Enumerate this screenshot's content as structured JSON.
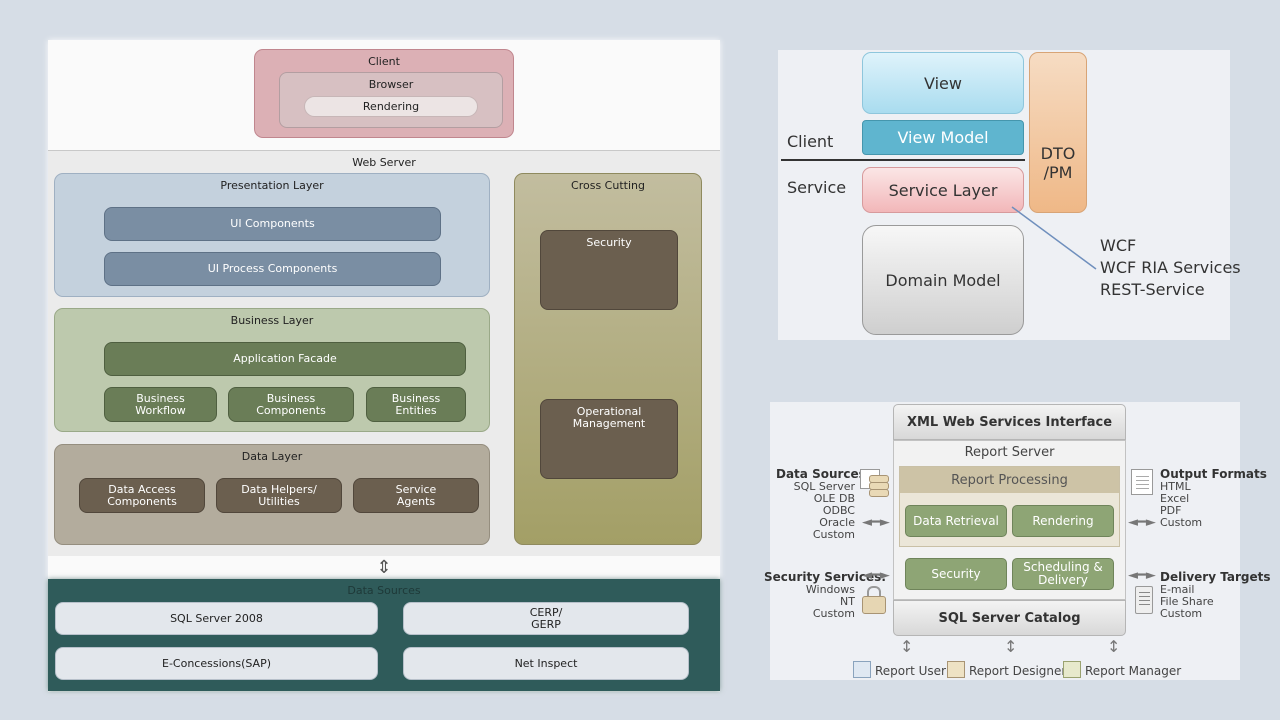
{
  "left": {
    "client": "Client",
    "browser": "Browser",
    "rendering": "Rendering",
    "web_server": "Web Server",
    "presentation_layer": "Presentation Layer",
    "ui_components": "UI Components",
    "ui_process_components": "UI Process Components",
    "business_layer": "Business Layer",
    "application_facade": "Application Facade",
    "business_workflow": "Business\nWorkflow",
    "business_components": "Business\nComponents",
    "business_entities": "Business\nEntities",
    "data_layer": "Data Layer",
    "data_access_components": "Data Access\nComponents",
    "data_helpers": "Data Helpers/\nUtilities",
    "service_agents": "Service\nAgents",
    "cross_cutting": "Cross Cutting",
    "security": "Security",
    "operational_management": "Operational\nManagement",
    "data_sources": "Data Sources",
    "sql_server_2008": "SQL Server 2008",
    "cerp_gerp": "CERP/\nGERP",
    "e_concessions": "E-Concessions(SAP)",
    "net_inspect": "Net Inspect"
  },
  "top_right": {
    "view": "View",
    "view_model": "View Model",
    "client": "Client",
    "service": "Service",
    "service_layer": "Service Layer",
    "dto_pm": "DTO\n/PM",
    "domain_model": "Domain Model",
    "callout": "WCF\nWCF RIA Services\nREST-Service"
  },
  "bottom_right": {
    "xml_ws_interface": "XML Web Services Interface",
    "report_server": "Report Server",
    "report_processing": "Report Processing",
    "data_retrieval": "Data Retrieval",
    "rendering": "Rendering",
    "security": "Security",
    "scheduling_delivery": "Scheduling &\nDelivery",
    "sql_server_catalog": "SQL Server Catalog",
    "data_sources_title": "Data Sources:",
    "data_sources_list": "SQL Server\nOLE DB\nODBC\nOracle\nCustom",
    "security_services_title": "Security Services:",
    "security_services_list": "Windows NT\nCustom",
    "output_formats_title": "Output Formats",
    "output_formats_list": "HTML\nExcel\nPDF\nCustom",
    "delivery_targets_title": "Delivery Targets",
    "delivery_targets_list": "E-mail\nFile Share\nCustom",
    "report_user": "Report User",
    "report_designer": "Report Designer",
    "report_manager": "Report Manager"
  }
}
